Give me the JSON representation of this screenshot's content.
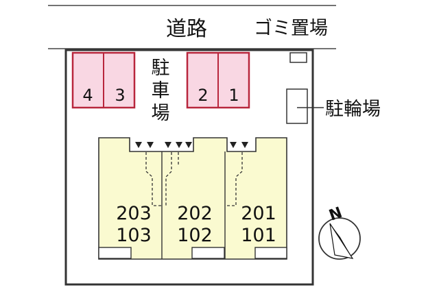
{
  "road_label": "道路",
  "garbage_label": "ゴミ置場",
  "parking_label": [
    "駐",
    "車",
    "場"
  ],
  "bicycle_label": "駐輪場",
  "parking_spaces": [
    "4",
    "3",
    "2",
    "1"
  ],
  "units": [
    {
      "upper": "203",
      "lower": "103"
    },
    {
      "upper": "202",
      "lower": "102"
    },
    {
      "upper": "201",
      "lower": "101"
    }
  ],
  "compass_label": "N",
  "colors": {
    "parking_fill": "#f9d7e3",
    "parking_border": "#b8263c",
    "unit_fill": "#fafad0",
    "outline": "#333333"
  }
}
